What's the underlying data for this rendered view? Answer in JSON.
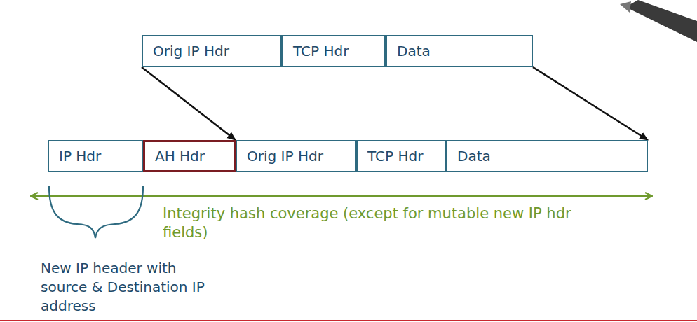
{
  "diagram": {
    "nodes": [
      {
        "text": [
          "Orig IP Hdr"
        ]
      },
      {
        "text": [
          "TCP Hdr"
        ]
      },
      {
        "text": [
          "Data"
        ]
      },
      {
        "text": [
          "IP Hdr"
        ]
      },
      {
        "text": [
          "AH Hdr"
        ]
      },
      {
        "text": [
          "Orig IP Hdr"
        ]
      },
      {
        "text": [
          "TCP Hdr"
        ]
      },
      {
        "text": [
          "Data"
        ]
      }
    ],
    "edges": [
      {
        "from": 0,
        "to": 5,
        "arrow": "to"
      },
      {
        "from": 2,
        "to": 7,
        "arrow": "to"
      }
    ],
    "labels": [
      "Integrity hash coverage (except for mutable new IP hdr fields)",
      "New IP header with source & Destination IP address"
    ]
  }
}
